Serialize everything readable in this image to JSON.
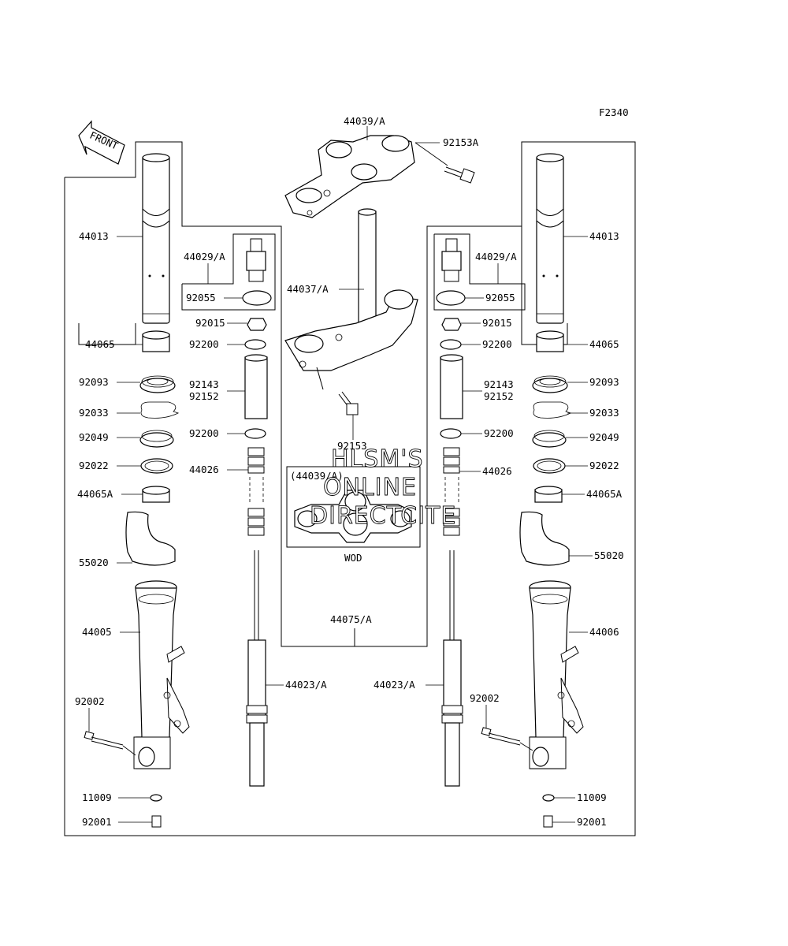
{
  "diagram_id": "F2340",
  "front_label": "FRONT",
  "watermark": {
    "line1": "HLSM'S",
    "line2": "ONLINE",
    "line3": "DIRECTCITE"
  },
  "inset": {
    "title": "(44039/A)",
    "caption": "WOD"
  },
  "labels": {
    "p44039A": "44039/A",
    "p92153A": "92153A",
    "p44037A": "44037/A",
    "p92153": "92153",
    "p44075A": "44075/A",
    "left": {
      "p44013": "44013",
      "p44065": "44065",
      "p92093": "92093",
      "p92033": "92033",
      "p92049": "92049",
      "p92022": "92022",
      "p44065A": "44065A",
      "p55020": "55020",
      "p44005": "44005",
      "p92002": "92002",
      "p11009": "11009",
      "p92001": "92001",
      "p44029A": "44029/A",
      "p92055": "92055",
      "p92015": "92015",
      "p92200a": "92200",
      "p92143": "92143",
      "p92152": "92152",
      "p92200b": "92200",
      "p44026": "44026",
      "p44023A": "44023/A"
    },
    "right": {
      "p44013": "44013",
      "p44065": "44065",
      "p92093": "92093",
      "p92033": "92033",
      "p92049": "92049",
      "p92022": "92022",
      "p44065A": "44065A",
      "p55020": "55020",
      "p44006": "44006",
      "p92002": "92002",
      "p11009": "11009",
      "p92001": "92001",
      "p44029A": "44029/A",
      "p92055": "92055",
      "p92015": "92015",
      "p92200a": "92200",
      "p92143": "92143",
      "p92152": "92152",
      "p92200b": "92200",
      "p44026": "44026",
      "p44023A": "44023/A"
    }
  }
}
